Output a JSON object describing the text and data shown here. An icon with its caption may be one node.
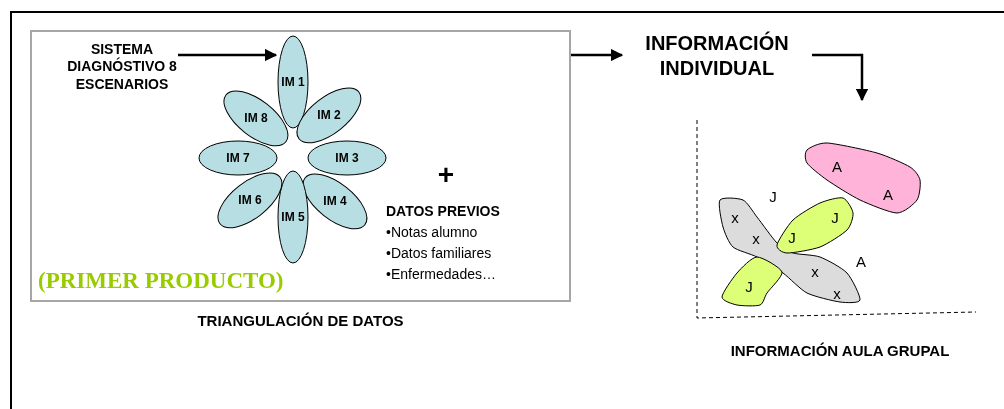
{
  "diagram": {
    "nodes": [
      {
        "text": [
          "TRIANGULACIÓN DE DATOS"
        ]
      },
      {
        "text": [
          "SISTEMA DIAGNÓSTIVO 8 ESCENARIOS"
        ],
        "in": 0
      },
      {
        "text": [
          "IM 1"
        ],
        "in": 0
      },
      {
        "text": [
          "IM 2"
        ],
        "in": 0
      },
      {
        "text": [
          "IM 3"
        ],
        "in": 0
      },
      {
        "text": [
          "IM 4"
        ],
        "in": 0
      },
      {
        "text": [
          "IM 5"
        ],
        "in": 0
      },
      {
        "text": [
          "IM 6"
        ],
        "in": 0
      },
      {
        "text": [
          "IM 7"
        ],
        "in": 0
      },
      {
        "text": [
          "IM 8"
        ],
        "in": 0
      },
      {
        "text": [
          "INFORMACIÓN INDIVIDUAL"
        ]
      },
      {
        "text": [
          "INFORMACIÓN AULA GRUPAL"
        ]
      }
    ],
    "edges": [
      {
        "from": 1,
        "to": 2,
        "arrow": "to"
      },
      {
        "from": 0,
        "to": 10,
        "arrow": "to"
      },
      {
        "from": 10,
        "to": 11,
        "arrow": "to"
      }
    ],
    "labels": [
      "+",
      "DATOS PREVIOS",
      "•Notas alumno",
      "•Datos familiares",
      "•Enfermedades…",
      "(PRIMER PRODUCTO)",
      "A",
      "A",
      "J",
      "x",
      "J",
      "x",
      "J",
      "A",
      "x",
      "J",
      "x"
    ]
  }
}
